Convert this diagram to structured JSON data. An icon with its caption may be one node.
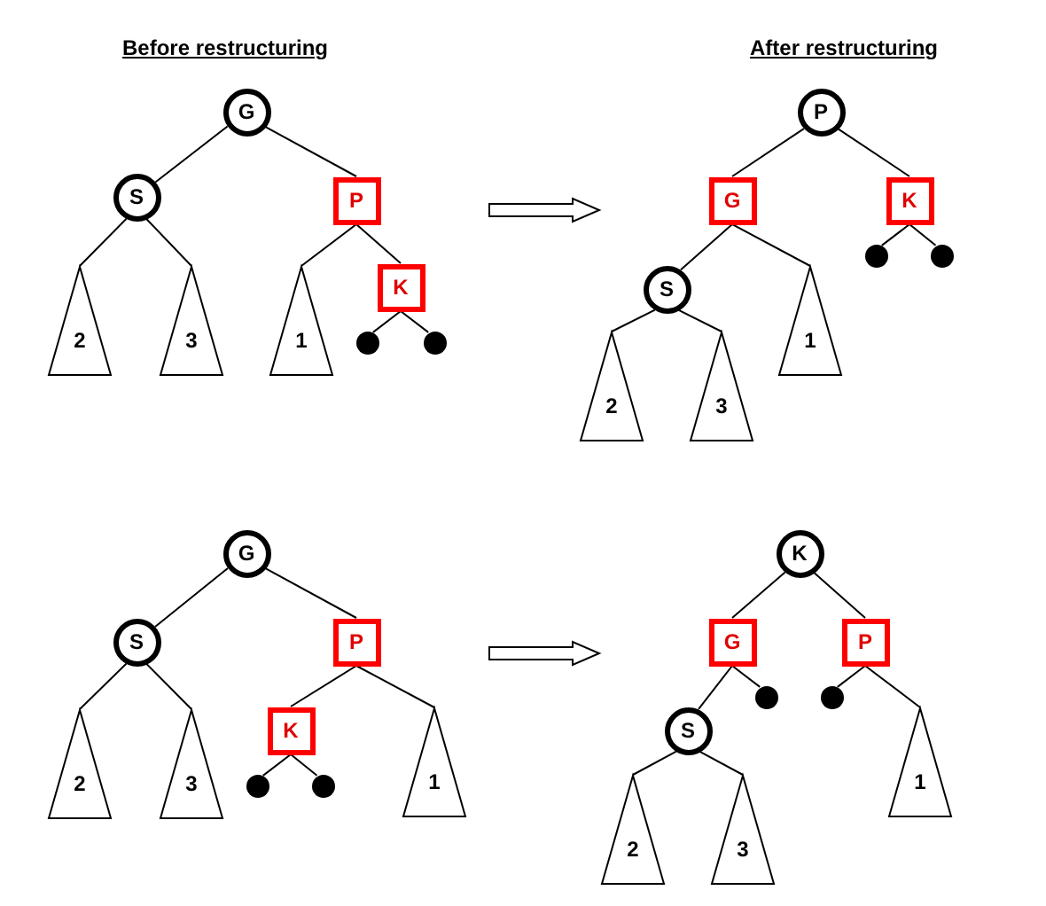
{
  "diagram": {
    "nodes": [
      {
        "text": [
          "G"
        ]
      },
      {
        "text": [
          "S"
        ]
      },
      {
        "text": [
          "P"
        ]
      },
      {
        "text": [
          "K"
        ]
      },
      {
        "text": [
          "2"
        ]
      },
      {
        "text": [
          "3"
        ]
      },
      {
        "text": [
          "1"
        ]
      },
      {
        "text": [],
        "shape": "circle"
      },
      {
        "text": [],
        "shape": "circle"
      },
      {
        "text": [
          "P"
        ]
      },
      {
        "text": [
          "G"
        ]
      },
      {
        "text": [
          "K"
        ]
      },
      {
        "text": [],
        "shape": "circle"
      },
      {
        "text": [],
        "shape": "circle"
      },
      {
        "text": [
          "S"
        ]
      },
      {
        "text": [
          "1"
        ]
      },
      {
        "text": [
          "2"
        ]
      },
      {
        "text": [
          "3"
        ]
      },
      {
        "text": [
          "G"
        ]
      },
      {
        "text": [
          "S"
        ]
      },
      {
        "text": [
          "P"
        ]
      },
      {
        "text": [
          "K"
        ]
      },
      {
        "text": [
          "2"
        ]
      },
      {
        "text": [
          "3"
        ]
      },
      {
        "text": [],
        "shape": "circle"
      },
      {
        "text": [],
        "shape": "circle"
      },
      {
        "text": [
          "1"
        ]
      },
      {
        "text": [
          "K"
        ]
      },
      {
        "text": [
          "G"
        ]
      },
      {
        "text": [
          "P"
        ]
      },
      {
        "text": [],
        "shape": "circle"
      },
      {
        "text": [],
        "shape": "circle"
      },
      {
        "text": [
          "S"
        ]
      },
      {
        "text": [
          "1"
        ]
      },
      {
        "text": [
          "2"
        ]
      },
      {
        "text": [
          "3"
        ]
      }
    ],
    "edges": [
      {
        "from": 0,
        "to": 1,
        "arrow": "none"
      },
      {
        "from": 0,
        "to": 2,
        "arrow": "none"
      },
      {
        "from": 1,
        "to": 4,
        "arrow": "none"
      },
      {
        "from": 1,
        "to": 5,
        "arrow": "none"
      },
      {
        "from": 2,
        "to": 6,
        "arrow": "none"
      },
      {
        "from": 2,
        "to": 3,
        "arrow": "none"
      },
      {
        "from": 3,
        "to": 7,
        "arrow": "none"
      },
      {
        "from": 3,
        "to": 8,
        "arrow": "none"
      },
      {
        "from": 9,
        "to": 10,
        "arrow": "none"
      },
      {
        "from": 9,
        "to": 11,
        "arrow": "none"
      },
      {
        "from": 10,
        "to": 14,
        "arrow": "none"
      },
      {
        "from": 10,
        "to": 15,
        "arrow": "none"
      },
      {
        "from": 11,
        "to": 12,
        "arrow": "none"
      },
      {
        "from": 11,
        "to": 13,
        "arrow": "none"
      },
      {
        "from": 14,
        "to": 16,
        "arrow": "none"
      },
      {
        "from": 14,
        "to": 17,
        "arrow": "none"
      },
      {
        "from": 18,
        "to": 19,
        "arrow": "none"
      },
      {
        "from": 18,
        "to": 20,
        "arrow": "none"
      },
      {
        "from": 19,
        "to": 22,
        "arrow": "none"
      },
      {
        "from": 19,
        "to": 23,
        "arrow": "none"
      },
      {
        "from": 20,
        "to": 21,
        "arrow": "none"
      },
      {
        "from": 20,
        "to": 26,
        "arrow": "none"
      },
      {
        "from": 21,
        "to": 24,
        "arrow": "none"
      },
      {
        "from": 21,
        "to": 25,
        "arrow": "none"
      },
      {
        "from": 27,
        "to": 28,
        "arrow": "none"
      },
      {
        "from": 27,
        "to": 29,
        "arrow": "none"
      },
      {
        "from": 28,
        "to": 32,
        "arrow": "none"
      },
      {
        "from": 28,
        "to": 30,
        "arrow": "none"
      },
      {
        "from": 29,
        "to": 31,
        "arrow": "none"
      },
      {
        "from": 29,
        "to": 33,
        "arrow": "none"
      },
      {
        "from": 32,
        "to": 34,
        "arrow": "none"
      },
      {
        "from": 32,
        "to": 35,
        "arrow": "none"
      }
    ],
    "labels": [
      "Before restructuring",
      "After restructuring"
    ]
  }
}
